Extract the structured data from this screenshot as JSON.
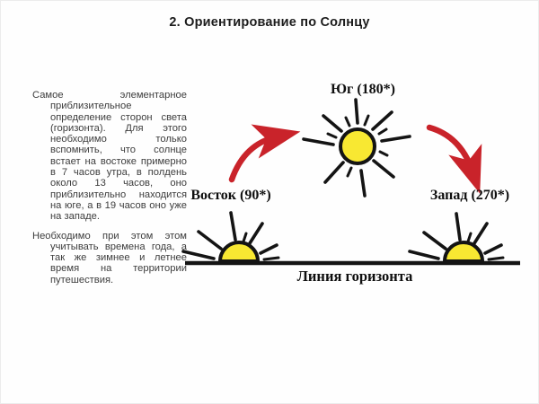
{
  "title": "2. Ориентирование  по Солнцу",
  "text_panel": {
    "paragraphs": [
      "Самое элементарное приблизительное определение сторон света (горизонта). Для этого необходимо только вспомнить, что солнце встает на востоке примерно в 7 часов утра, в полдень около 13 часов, оно приблизительно находится на юге, а в 19 часов оно уже на западе.",
      "Необходимо при этом этом учитывать времена года, а так же зимнее и летнее время на территории путешествия."
    ]
  },
  "diagram": {
    "labels": {
      "south": "Юг (180*)",
      "east": "Восток (90*)",
      "west": "Запад (270*)",
      "horizon": "Линия горизонта"
    },
    "colors": {
      "sun_fill": "#f8e832",
      "outline": "#141414",
      "arrow": "#c9232a",
      "text_ink": "#3d3d3d",
      "title_ink": "#1c1c1c",
      "label_ink": "#0f0f0f"
    }
  }
}
